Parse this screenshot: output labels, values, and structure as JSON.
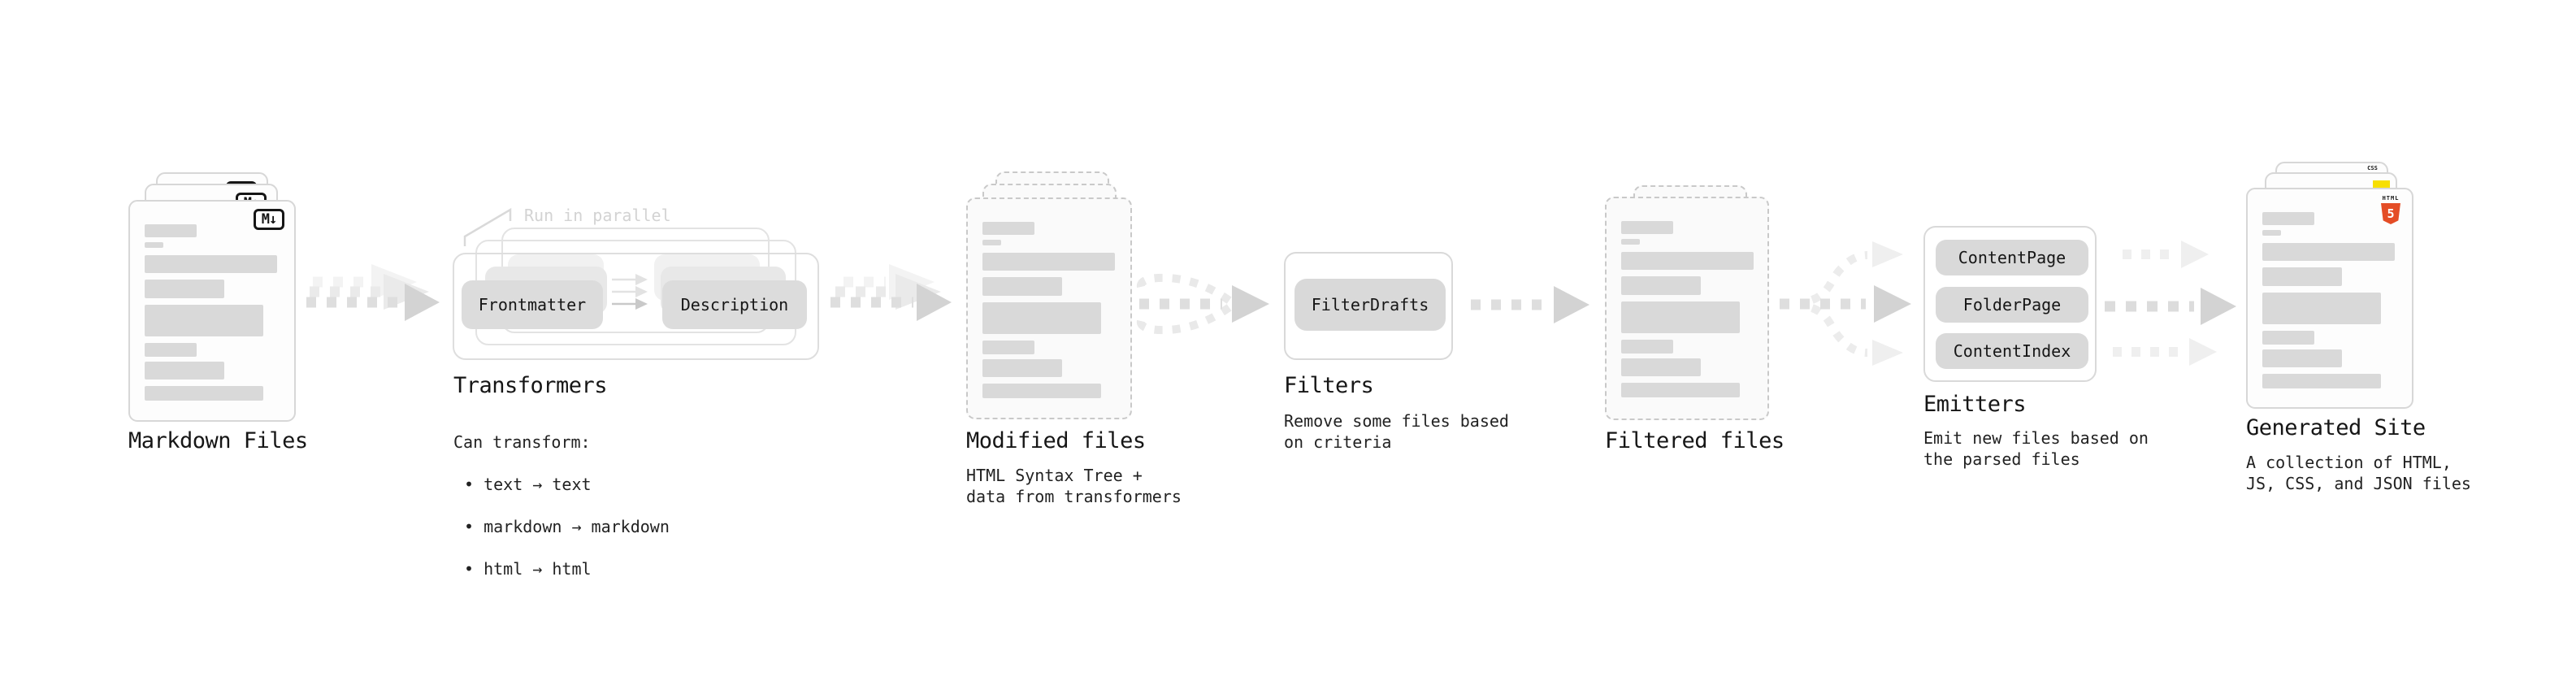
{
  "diagram": {
    "nodes": {
      "markdown_files": {
        "title": "Markdown Files",
        "badge_label": "M↓"
      },
      "transformers": {
        "title": "Transformers",
        "callout": "Run in parallel",
        "pill_left": "Frontmatter",
        "pill_right": "Description",
        "body_heading": "Can transform:",
        "bullets": [
          "• text → text",
          "• markdown → markdown",
          "• html → html"
        ]
      },
      "modified_files": {
        "title": "Modified files",
        "subtitle": "HTML Syntax Tree +\ndata from transformers"
      },
      "filters": {
        "title": "Filters",
        "pill": "FilterDrafts",
        "subtitle": "Remove some files based\non criteria"
      },
      "filtered_files": {
        "title": "Filtered files"
      },
      "emitters": {
        "title": "Emitters",
        "pills": [
          "ContentPage",
          "FolderPage",
          "ContentIndex"
        ],
        "subtitle": "Emit new files based on\nthe parsed files"
      },
      "generated_site": {
        "title": "Generated Site",
        "subtitle": "A collection of HTML,\nJS, CSS, and JSON files",
        "css_badge_label": "CSS",
        "html5_word": "HTML",
        "html5_number": "5"
      }
    },
    "colors": {
      "text": "#161616",
      "callout_text": "#d3d3d3",
      "skeleton_bar": "#d9d9d9",
      "pill_bg": "#d9d9d9",
      "card_border": "#d7d7d7",
      "dashed_border": "#c9c9c9",
      "arrow_dark": "#d3d3d3",
      "arrow_light": "#ececec",
      "html5_orange": "#e44d26",
      "js_yellow": "#f7df00",
      "css_blue": "#2b63f1"
    }
  }
}
